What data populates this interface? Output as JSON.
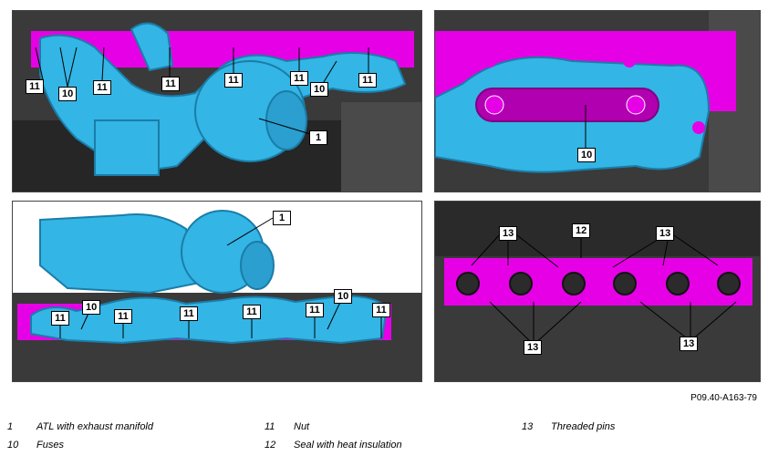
{
  "figure_code": "P09.40-A163-79",
  "callouts": {
    "p1": [
      "11",
      "10",
      "11",
      "11",
      "11",
      "11",
      "10",
      "11",
      "1"
    ],
    "p2": [
      "10"
    ],
    "p3": [
      "1",
      "10",
      "10",
      "11",
      "11",
      "11",
      "11",
      "11",
      "11"
    ],
    "p4": [
      "13",
      "12",
      "13",
      "13",
      "13"
    ]
  },
  "legend": [
    {
      "num": "1",
      "text": "ATL with exhaust manifold"
    },
    {
      "num": "10",
      "text": "Fuses"
    },
    {
      "num": "11",
      "text": "Nut"
    },
    {
      "num": "12",
      "text": "Seal with heat insulation"
    },
    {
      "num": "13",
      "text": "Threaded pins"
    }
  ],
  "colors": {
    "component": "#33b5e5",
    "seal": "#e600e6",
    "engine": "#2b2b2b"
  }
}
